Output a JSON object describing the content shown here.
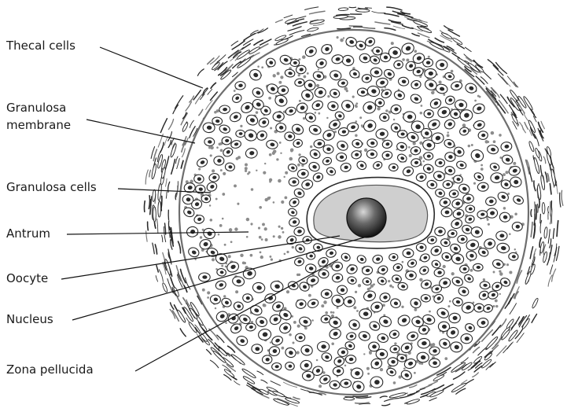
{
  "labels": {
    "thecal_cells": "Thecal cells",
    "granulosa_membrane_line1": "Granulosa",
    "granulosa_membrane_line2": "membrane",
    "granulosa_cells": "Granulosa cells",
    "antrum": "Antrum",
    "oocyte": "Oocyte",
    "nucleus": "Nucleus",
    "zona_pellucida": "Zona pellucida"
  },
  "colors": {
    "ink": "#2a2a2a",
    "membrane": "#6e6e6e",
    "granule": "#8c8c8c",
    "zona": "#cfcfcf",
    "nucleus_dark": "#1e1e1e",
    "nucleus_light": "#bdbdbd"
  }
}
